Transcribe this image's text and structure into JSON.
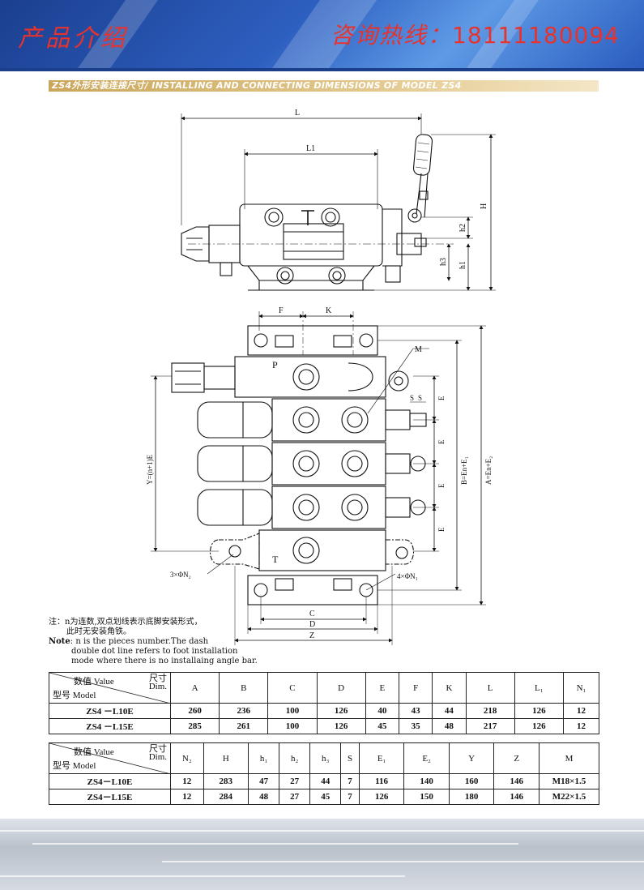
{
  "header": {
    "title_cn": "产品介绍",
    "hotline_label": "咨询热线：",
    "hotline_number": "18111180094",
    "title_color": "#e8322d",
    "banner_color": "#2d5fc0"
  },
  "section": {
    "title": "ZS4外形安装连接尺寸/ INSTALLING AND  CONNECTING DIMENSIONS OF  MODEL  ZS4",
    "bar_color": "#caa65a"
  },
  "drawing_labels": {
    "L": "L",
    "L1": "L1",
    "H": "H",
    "h1": "h1",
    "h2": "h2",
    "h3": "h3",
    "F": "F",
    "K": "K",
    "M": "M",
    "P": "P",
    "T": "T",
    "S1": "S",
    "S2": "S",
    "E1": "E",
    "E2": "E",
    "E3": "E",
    "E4": "E",
    "Y": "Y=(n+1)E",
    "B": "B=En+E₁",
    "A": "A=En+E₂",
    "N2": "3×ΦN₂",
    "N1": "4×ΦN₁",
    "C": "C",
    "D": "D",
    "Z": "Z"
  },
  "notes": {
    "cn_line1": "注：n为连数,双点划线表示底脚安装形式，",
    "cn_line2": "此时无安装角铁。",
    "en_label": "Note",
    "en_line1": ": n is the pieces number.The dash",
    "en_line2": "double dot line refers to foot installation",
    "en_line3": "mode where there is no installaing angle bar."
  },
  "table1": {
    "corner": {
      "value": "数值 Value",
      "dim_cn": "尺寸",
      "dim_en": "Dim.",
      "model": "型号 Model"
    },
    "columns": [
      "A",
      "B",
      "C",
      "D",
      "E",
      "F",
      "K",
      "L",
      "L₁",
      "N₁"
    ],
    "rows": [
      {
        "model": "ZS4 －L10E",
        "values": [
          "260",
          "236",
          "100",
          "126",
          "40",
          "43",
          "44",
          "218",
          "126",
          "12"
        ]
      },
      {
        "model": "ZS4 －L15E",
        "values": [
          "285",
          "261",
          "100",
          "126",
          "45",
          "35",
          "48",
          "217",
          "126",
          "12"
        ]
      }
    ]
  },
  "table2": {
    "corner": {
      "value": "数值 Value",
      "dim_cn": "尺寸",
      "dim_en": "Dim.",
      "model": "型号 Model"
    },
    "columns": [
      "N₂",
      "H",
      "h₁",
      "h₂",
      "h₃",
      "S",
      "E₁",
      "E₂",
      "Y",
      "Z",
      "M"
    ],
    "rows": [
      {
        "model": "ZS4－L10E",
        "values": [
          "12",
          "283",
          "47",
          "27",
          "44",
          "7",
          "116",
          "140",
          "160",
          "146",
          "M18×1.5"
        ]
      },
      {
        "model": "ZS4－L15E",
        "values": [
          "12",
          "284",
          "48",
          "27",
          "45",
          "7",
          "126",
          "150",
          "180",
          "146",
          "M22×1.5"
        ]
      }
    ]
  }
}
